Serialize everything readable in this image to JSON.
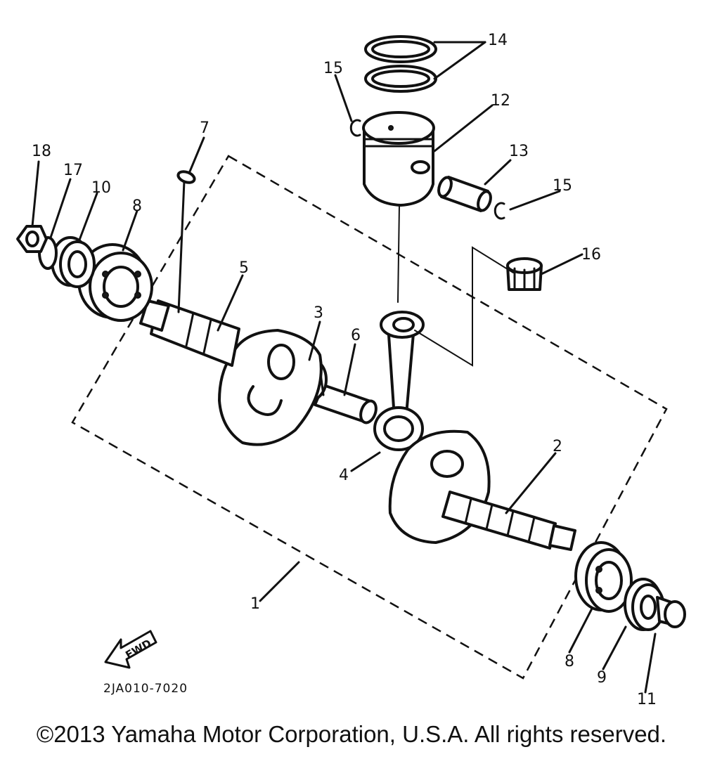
{
  "labels": {
    "p1": "1",
    "p2": "2",
    "p3": "3",
    "p4": "4",
    "p5": "5",
    "p6": "6",
    "p7": "7",
    "p8a": "8",
    "p8b": "8",
    "p9": "9",
    "p10": "10",
    "p11": "11",
    "p12": "12",
    "p13": "13",
    "p14": "14",
    "p15a": "15",
    "p15b": "15",
    "p16": "16",
    "p17": "17",
    "p18": "18"
  },
  "fwd_label": "FWD",
  "diagram_code": "2JA010-7020",
  "copyright": "©2013 Yamaha Motor Corporation, U.S.A. All rights reserved."
}
